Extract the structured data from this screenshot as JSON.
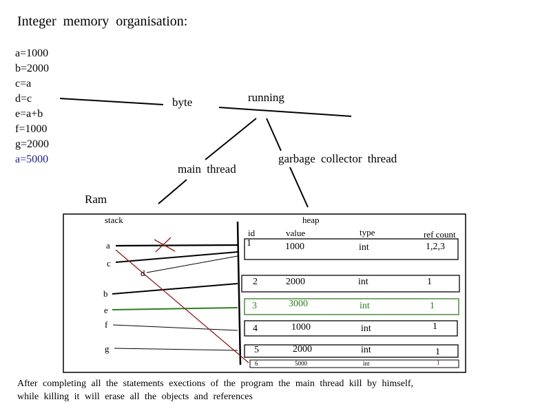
{
  "title": "Integer memory organisation:",
  "statements": [
    {
      "text": "a=1000",
      "color": "#000000"
    },
    {
      "text": "b=2000",
      "color": "#000000"
    },
    {
      "text": "c=a",
      "color": "#000000"
    },
    {
      "text": "d=c",
      "color": "#000000"
    },
    {
      "text": "e=a+b",
      "color": "#000000"
    },
    {
      "text": "f=1000",
      "color": "#000000"
    },
    {
      "text": "g=2000",
      "color": "#000000"
    },
    {
      "text": "a=5000",
      "color": "#1a1a8c"
    }
  ],
  "tree": {
    "byte": "byte",
    "running": "running",
    "main_thread": "main thread",
    "gc_thread": "garbage collector thread"
  },
  "ram": {
    "label": "Ram",
    "stack_label": "stack",
    "heap_label": "heap",
    "variables": [
      "a",
      "c",
      "d",
      "b",
      "e",
      "f",
      "g"
    ],
    "columns": {
      "id": "id",
      "value": "value",
      "type": "type",
      "ref": "ref count"
    },
    "objects": [
      {
        "id": "1",
        "value": "1000",
        "type": "int",
        "ref": "1,2,3",
        "color": "#000000"
      },
      {
        "id": "2",
        "value": "2000",
        "type": "int",
        "ref": "1",
        "color": "#000000"
      },
      {
        "id": "3",
        "value": "3000",
        "type": "int",
        "ref": "1",
        "color": "#2e7d1e"
      },
      {
        "id": "4",
        "value": "1000",
        "type": "int",
        "ref": "1",
        "color": "#000000"
      },
      {
        "id": "5",
        "value": "2000",
        "type": "int",
        "ref": "1",
        "color": "#000000"
      },
      {
        "id": "6",
        "value": "5000",
        "type": "int",
        "ref": "1",
        "color": "#000000"
      }
    ],
    "colors": {
      "green": "#2e7d1e",
      "red": "#8b1a1a"
    }
  },
  "footer": [
    "After completing all the statements exections of the program the main thread kill by himself,",
    "while killing it will erase all the objects and references"
  ]
}
